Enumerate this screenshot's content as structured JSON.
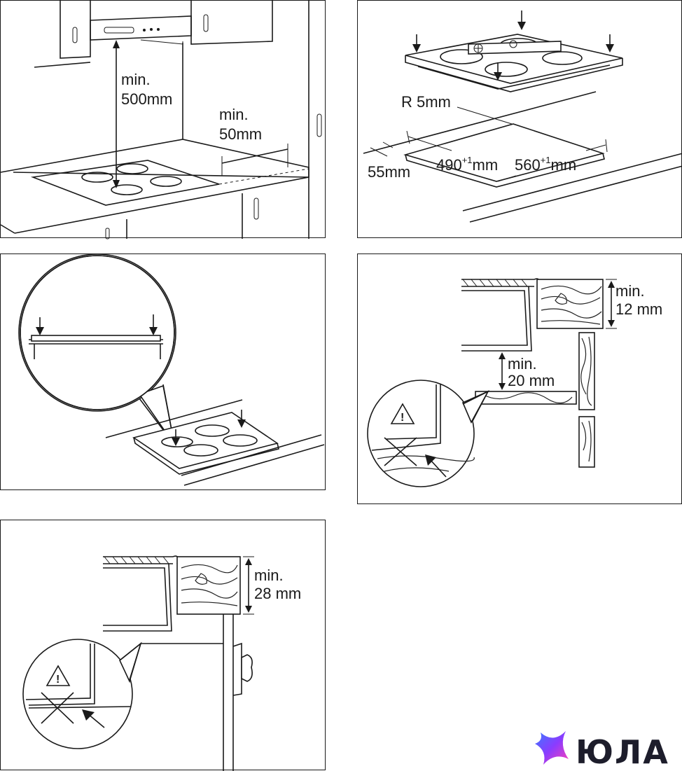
{
  "panel1": {
    "label_height_min": "min.",
    "label_height_val": "500mm",
    "label_side_min": "min.",
    "label_side_val": "50mm"
  },
  "panel2": {
    "label_radius": "R 5mm",
    "label_depth": "55mm",
    "label_width1_base": "490",
    "label_width1_sup": "+1",
    "label_width1_unit": "mm",
    "label_width2_base": "560",
    "label_width2_sup": "+1",
    "label_width2_unit": "mm"
  },
  "panel4": {
    "label_top_min": "min.",
    "label_top_val": "12 mm",
    "label_gap_min": "min.",
    "label_gap_val": "20 mm"
  },
  "panel5": {
    "label_top_min": "min.",
    "label_top_val": "28 mm"
  },
  "brand": {
    "logo_text": "ЮЛА",
    "colors": {
      "logo_pink": "#ff3fb4",
      "logo_blue": "#3a7bff",
      "logo_violet": "#8a3cff",
      "text": "#1d1d2b"
    }
  }
}
